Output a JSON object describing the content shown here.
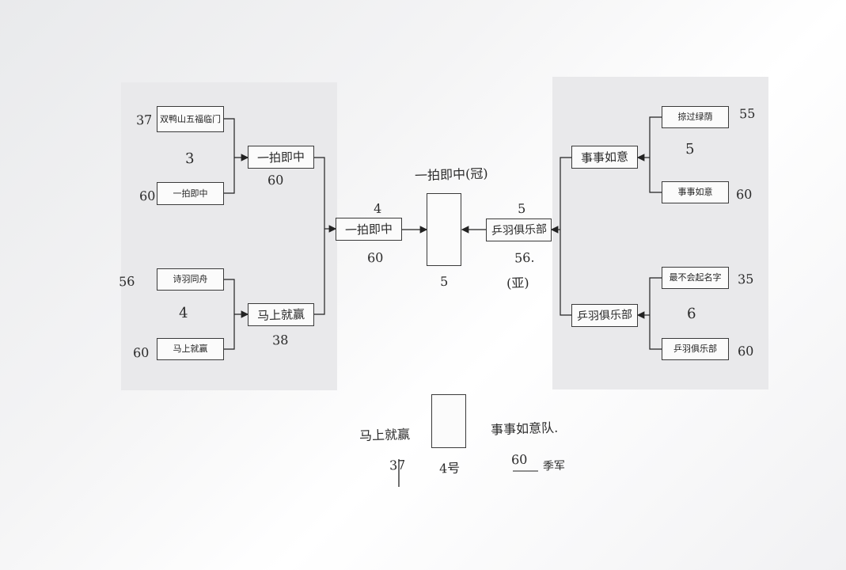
{
  "left": {
    "r1": [
      {
        "team": "双鸭山五福临门",
        "score": "37"
      },
      {
        "team": "一拍即中",
        "score": "60"
      },
      {
        "team": "诗羽同舟",
        "score": "56"
      },
      {
        "team": "马上就赢",
        "score": "60"
      }
    ],
    "r1_table_numbers": [
      "3",
      "4"
    ],
    "r2": [
      {
        "team": "一拍即中",
        "score": "60"
      },
      {
        "team": "马上就赢",
        "score": "38"
      }
    ],
    "semi": {
      "team": "一拍即中",
      "score": "60",
      "table": "4"
    }
  },
  "right": {
    "r1": [
      {
        "team": "掠过绿荫",
        "score": "55"
      },
      {
        "team": "事事如意",
        "score": "60"
      },
      {
        "team": "最不会起名字",
        "score": "35"
      },
      {
        "team": "乒羽俱乐部",
        "score": "60"
      }
    ],
    "r1_table_numbers": [
      "5",
      "6"
    ],
    "r2": [
      {
        "team": "事事如意",
        "score": ""
      },
      {
        "team": "乒羽俱乐部",
        "score": ""
      }
    ],
    "semi": {
      "team": "乒羽俱乐部",
      "score": "56.",
      "table": "5",
      "note": "(亚)"
    }
  },
  "final": {
    "label": "一拍即中(冠)",
    "table": "5"
  },
  "third_place": {
    "left_team": "马上就赢",
    "left_score": "37",
    "right_team": "事事如意队.",
    "right_score": "60",
    "right_note": "季军",
    "table": "4号"
  }
}
